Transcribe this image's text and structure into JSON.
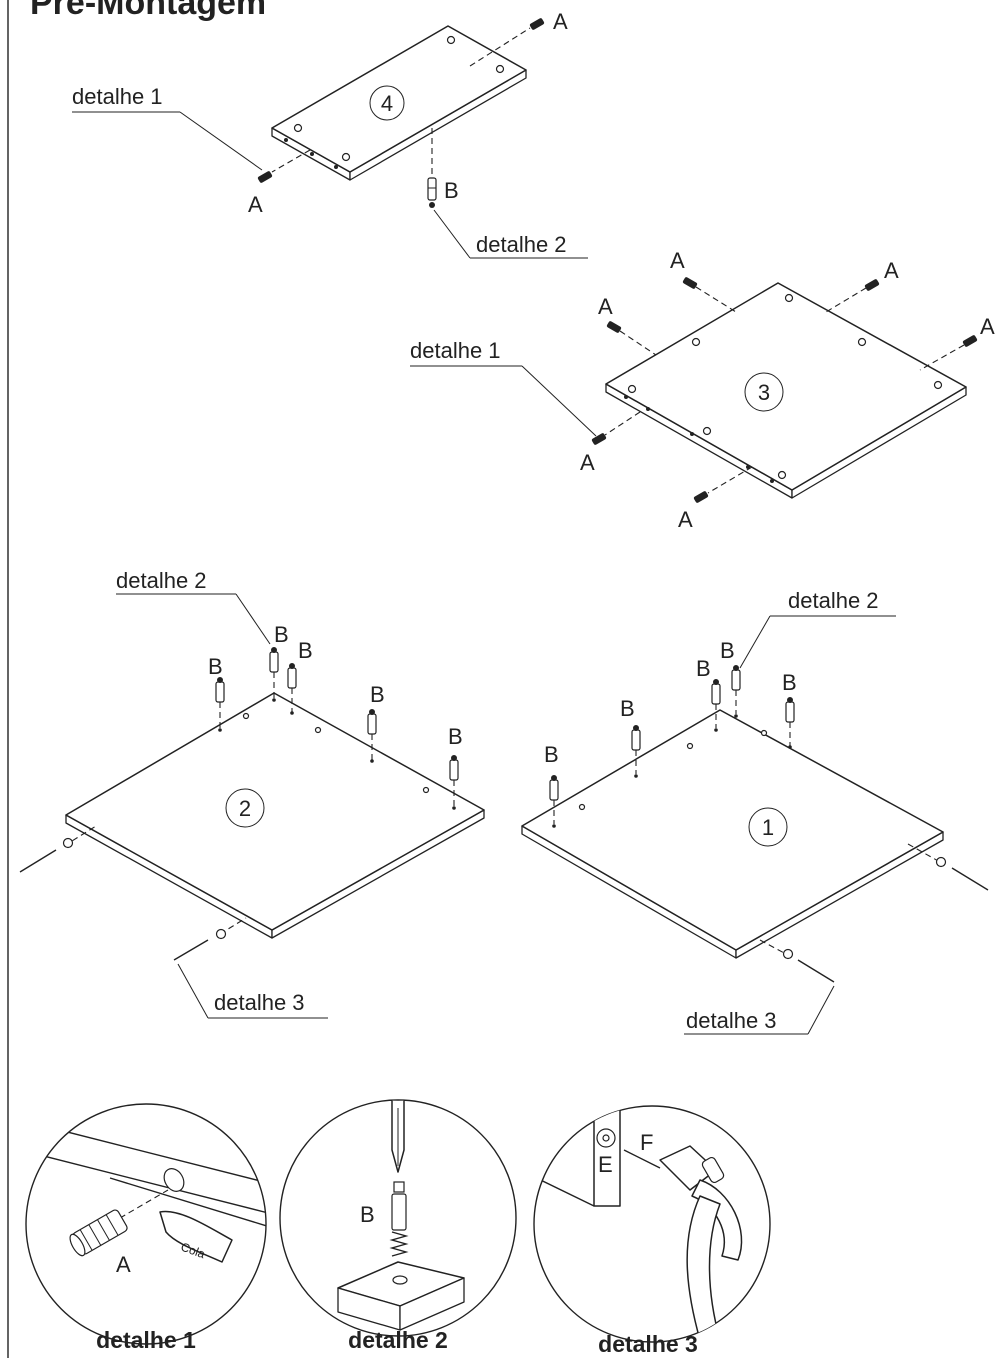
{
  "title": "Pré-Montagem",
  "panel_numbers": {
    "p4": "4",
    "p3": "3",
    "p2": "2",
    "p1": "1"
  },
  "hardware": {
    "A": "A",
    "B": "B",
    "E": "E",
    "F": "F"
  },
  "detail_labels": {
    "d1": "detalhe 1",
    "d2": "detalhe 2",
    "d3": "detalhe 3"
  },
  "glue_text": "Cola",
  "captions": [
    "detalhe 1",
    "detalhe 2",
    "detalhe 3"
  ]
}
